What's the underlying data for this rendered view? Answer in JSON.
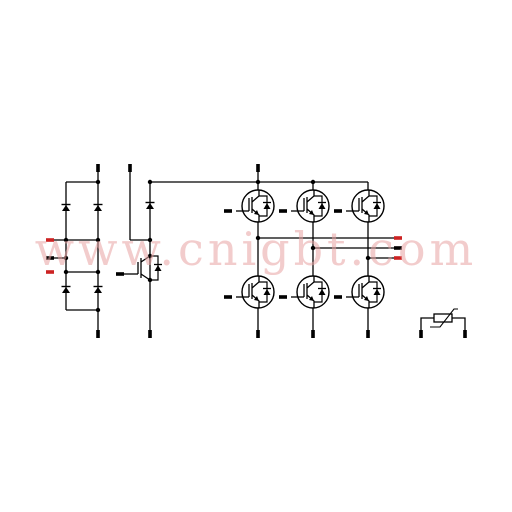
{
  "watermark": {
    "text": "www.cnigbt.com",
    "color": "#e8a3a3"
  },
  "colors": {
    "line": "#000000",
    "terminal": "#000000",
    "terminal_accent": "#cc2222"
  },
  "components": {
    "rectifier": "diode-bridge",
    "brake": "igbt-chopper-with-diode",
    "inverter": "six-igbt-three-phase-bridge",
    "sensor": "ntc-thermistor"
  }
}
